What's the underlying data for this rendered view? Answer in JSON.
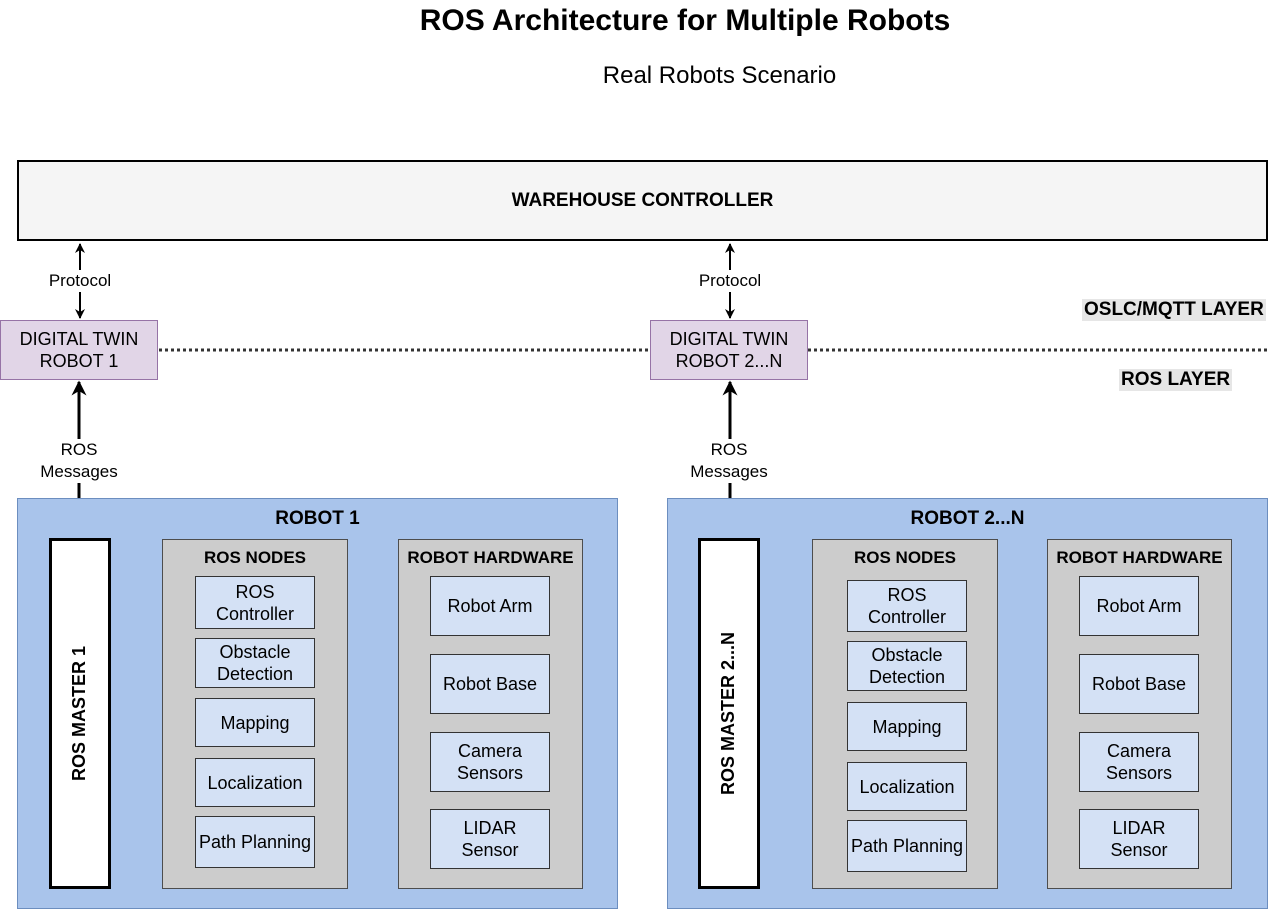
{
  "title": "ROS Architecture for Multiple Robots",
  "subtitle": "Real Robots Scenario",
  "warehouse_controller": "WAREHOUSE CONTROLLER",
  "layers": {
    "upper": "OSLC/MQTT LAYER",
    "lower": "ROS LAYER"
  },
  "edge_labels": {
    "protocol": "Protocol",
    "ros_messages_1": "ROS",
    "ros_messages_2": "Messages"
  },
  "robots": [
    {
      "digital_twin": [
        "DIGITAL TWIN",
        "ROBOT 1"
      ],
      "name": "ROBOT 1",
      "master": "ROS MASTER 1",
      "nodes_title": "ROS NODES",
      "nodes": [
        [
          "ROS",
          "Controller"
        ],
        [
          "Obstacle",
          "Detection"
        ],
        [
          "Mapping"
        ],
        [
          "Localization"
        ],
        [
          "Path Planning"
        ]
      ],
      "hardware_title": "ROBOT HARDWARE",
      "hardware": [
        [
          "Robot Arm"
        ],
        [
          "Robot Base"
        ],
        [
          "Camera",
          "Sensors"
        ],
        [
          "LIDAR",
          "Sensor"
        ]
      ]
    },
    {
      "digital_twin": [
        "DIGITAL TWIN",
        "ROBOT 2...N"
      ],
      "name": "ROBOT 2...N",
      "master": "ROS MASTER 2...N",
      "nodes_title": "ROS NODES",
      "nodes": [
        [
          "ROS",
          "Controller"
        ],
        [
          "Obstacle",
          "Detection"
        ],
        [
          "Mapping"
        ],
        [
          "Localization"
        ],
        [
          "Path Planning"
        ]
      ],
      "hardware_title": "ROBOT HARDWARE",
      "hardware": [
        [
          "Robot Arm"
        ],
        [
          "Robot Base"
        ],
        [
          "Camera",
          "Sensors"
        ],
        [
          "LIDAR",
          "Sensor"
        ]
      ]
    }
  ],
  "colors": {
    "warehouse_fill": "#f5f5f5",
    "digital_twin_fill": "#e1d5e7",
    "digital_twin_border": "#9673a6",
    "robot_fill": "#a9c4eb",
    "robot_border": "#6c8ebf",
    "group_fill": "#cccccc",
    "component_fill": "#d4e1f5",
    "layer_label_fill": "#e6e6e6"
  }
}
